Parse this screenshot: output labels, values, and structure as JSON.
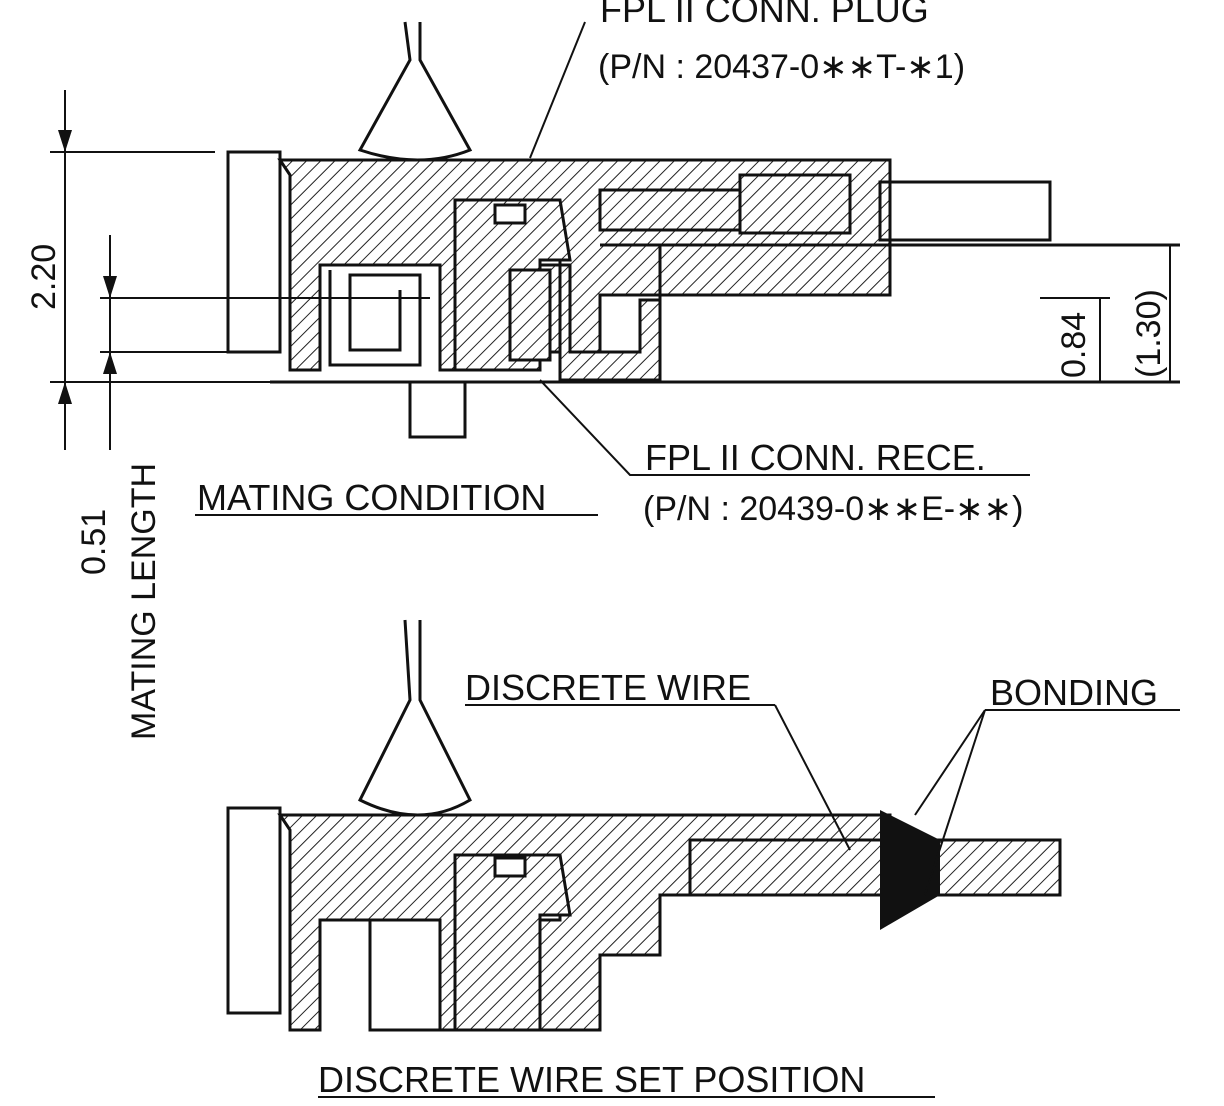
{
  "labels": {
    "plug_name": "FPL II CONN. PLUG",
    "plug_pn": "(P/N : 20437-0∗∗T-∗1)",
    "rece_name": "FPL II CONN. RECE.",
    "rece_pn": "(P/N : 20439-0∗∗E-∗∗)",
    "mating_condition": "MATING CONDITION",
    "discrete_wire": "DISCRETE WIRE",
    "bonding": "BONDING",
    "discrete_wire_set_position": "DISCRETE WIRE SET POSITION",
    "mating_length": "MATING LENGTH"
  },
  "dimensions": {
    "total_height": "2.20",
    "mating_length": "0.51",
    "rece_height": "0.84",
    "ref_height": "(1.30)"
  }
}
